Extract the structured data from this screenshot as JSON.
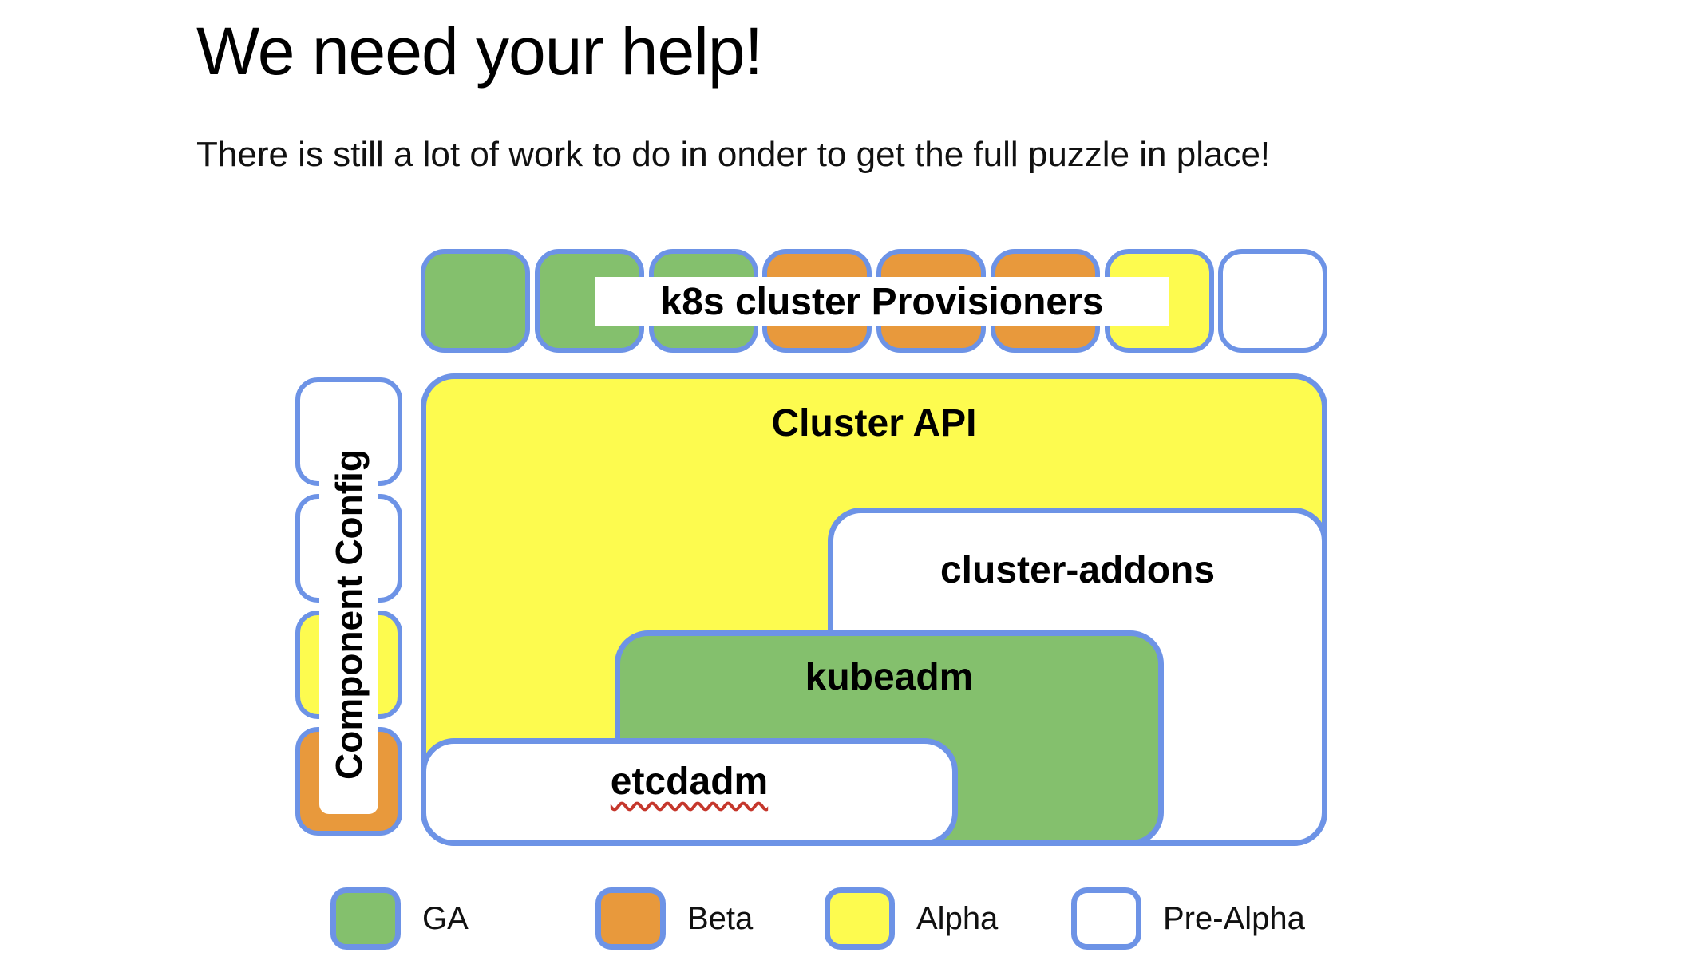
{
  "title": "We need your help!",
  "subtitle": "There is still a lot of work to do in onder to get the full puzzle in place!",
  "colors": {
    "ga_green": "#84C06D",
    "beta_orange": "#E8993C",
    "alpha_yellow": "#FDFB4F",
    "pre_alpha_white": "#FFFFFF",
    "border_blue": "#6D93E6",
    "spellcheck_red": "#C5372C",
    "text_black": "#000000"
  },
  "diagram": {
    "provisioners_label": "k8s cluster Provisioners",
    "provisioner_squares": [
      {
        "status": "GA",
        "color": "#84C06D"
      },
      {
        "status": "GA",
        "color": "#84C06D"
      },
      {
        "status": "GA",
        "color": "#84C06D"
      },
      {
        "status": "Beta",
        "color": "#E8993C"
      },
      {
        "status": "Beta",
        "color": "#E8993C"
      },
      {
        "status": "Beta",
        "color": "#E8993C"
      },
      {
        "status": "Alpha",
        "color": "#FDFB4F"
      },
      {
        "status": "Pre-Alpha",
        "color": "#FFFFFF"
      }
    ],
    "component_config": {
      "label": "Component Config",
      "squares": [
        {
          "status": "Pre-Alpha",
          "color": "#FFFFFF"
        },
        {
          "status": "Pre-Alpha",
          "color": "#FFFFFF"
        },
        {
          "status": "Alpha",
          "color": "#FDFB4F"
        },
        {
          "status": "Beta",
          "color": "#E8993C"
        }
      ]
    },
    "boxes": {
      "cluster_api": "Cluster API",
      "cluster_addons": "cluster-addons",
      "kubeadm": "kubeadm",
      "etcdadm": "etcdadm"
    }
  },
  "legend": [
    {
      "label": "GA",
      "color": "#84C06D"
    },
    {
      "label": "Beta",
      "color": "#E8993C"
    },
    {
      "label": "Alpha",
      "color": "#FDFB4F"
    },
    {
      "label": "Pre-Alpha",
      "color": "#FFFFFF"
    }
  ]
}
